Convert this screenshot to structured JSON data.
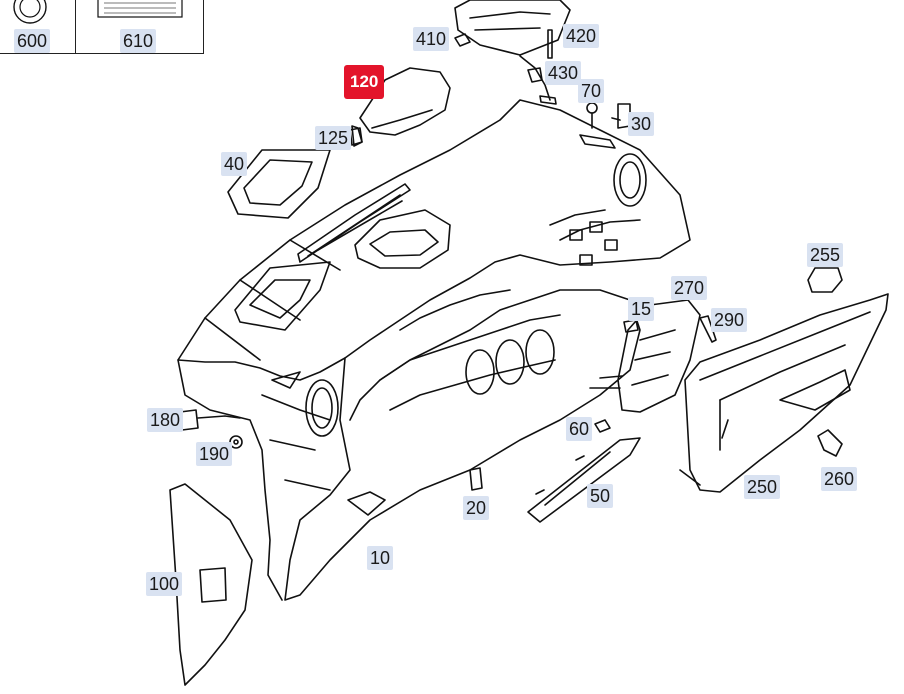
{
  "accent_color": "#e3142b",
  "label_bg": "#d9e2f1",
  "selected_part": "120",
  "ref_boxes": [
    {
      "id": "600",
      "label": "600"
    },
    {
      "id": "610",
      "label": "610"
    }
  ],
  "parts": [
    {
      "id": "10",
      "label": "10"
    },
    {
      "id": "15",
      "label": "15"
    },
    {
      "id": "20",
      "label": "20"
    },
    {
      "id": "30",
      "label": "30"
    },
    {
      "id": "40",
      "label": "40"
    },
    {
      "id": "50",
      "label": "50"
    },
    {
      "id": "60",
      "label": "60"
    },
    {
      "id": "70",
      "label": "70"
    },
    {
      "id": "100",
      "label": "100"
    },
    {
      "id": "120",
      "label": "120"
    },
    {
      "id": "125",
      "label": "125"
    },
    {
      "id": "180",
      "label": "180"
    },
    {
      "id": "190",
      "label": "190"
    },
    {
      "id": "250",
      "label": "250"
    },
    {
      "id": "255",
      "label": "255"
    },
    {
      "id": "260",
      "label": "260"
    },
    {
      "id": "270",
      "label": "270"
    },
    {
      "id": "290",
      "label": "290"
    },
    {
      "id": "410",
      "label": "410"
    },
    {
      "id": "420",
      "label": "420"
    },
    {
      "id": "430",
      "label": "430"
    }
  ]
}
